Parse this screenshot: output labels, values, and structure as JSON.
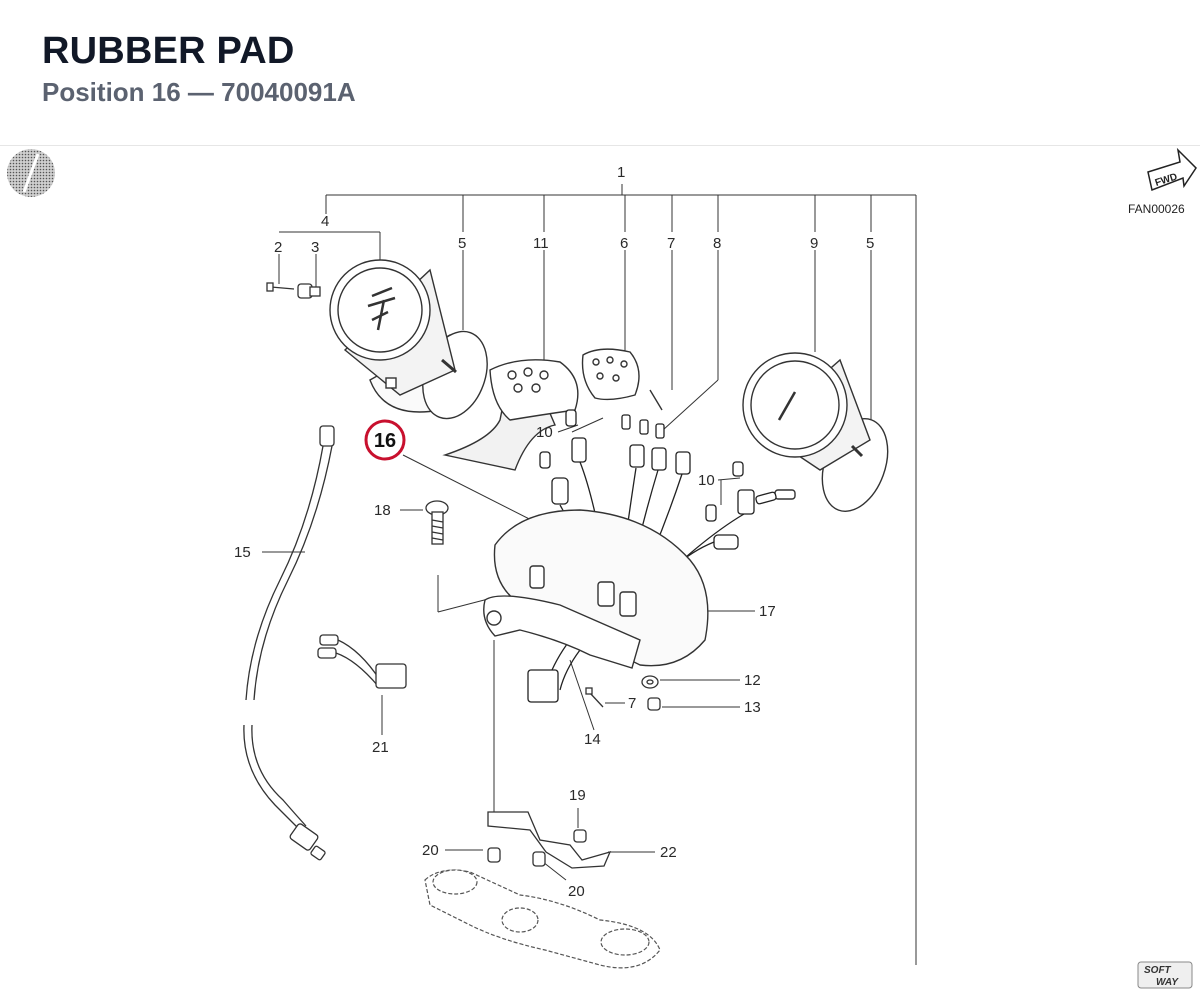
{
  "header": {
    "title": "RUBBER PAD",
    "subtitle": "Position 16 — 70040091A"
  },
  "diagram": {
    "highlighted_callout": "16",
    "figure_code": "FAN00026",
    "forward_label": "FWD",
    "logo_text_top": "SOFT",
    "logo_text_bottom": "WAY",
    "callouts": {
      "c1": "1",
      "c2": "2",
      "c3": "3",
      "c4": "4",
      "c5a": "5",
      "c5b": "5",
      "c6": "6",
      "c7a": "7",
      "c7b": "7",
      "c8": "8",
      "c9": "9",
      "c10a": "10",
      "c10b": "10",
      "c11": "11",
      "c12": "12",
      "c13": "13",
      "c14": "14",
      "c15": "15",
      "c17": "17",
      "c18": "18",
      "c19": "19",
      "c20a": "20",
      "c20b": "20",
      "c21": "21",
      "c22": "22"
    }
  },
  "colors": {
    "highlight": "#c8102e",
    "line": "#333333",
    "title": "#111827",
    "subtitle": "#5b6270"
  }
}
